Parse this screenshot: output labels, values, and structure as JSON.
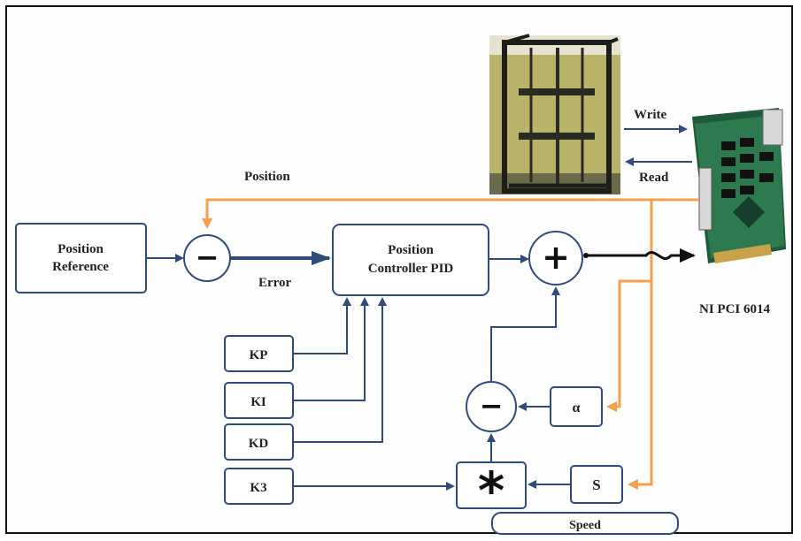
{
  "blocks": {
    "position_reference": [
      "Position",
      "Reference"
    ],
    "controller": [
      "Position",
      "Controller PID"
    ],
    "kp": "KP",
    "ki": "KI",
    "kd": "KD",
    "k3": "K3",
    "alpha": "α",
    "s": "S",
    "speed": "Speed"
  },
  "operators": {
    "sum_minus_1": "−",
    "sum_plus": "+",
    "sum_minus_2": "−",
    "multiply": "*"
  },
  "signals": {
    "position": "Position",
    "error": "Error",
    "write": "Write",
    "read": "Read"
  },
  "hardware": {
    "daq_card": "NI PCI 6014"
  },
  "colors": {
    "block_stroke": "#2f4b7c",
    "feedback_line": "#f5a04a",
    "output_line": "#111111"
  }
}
